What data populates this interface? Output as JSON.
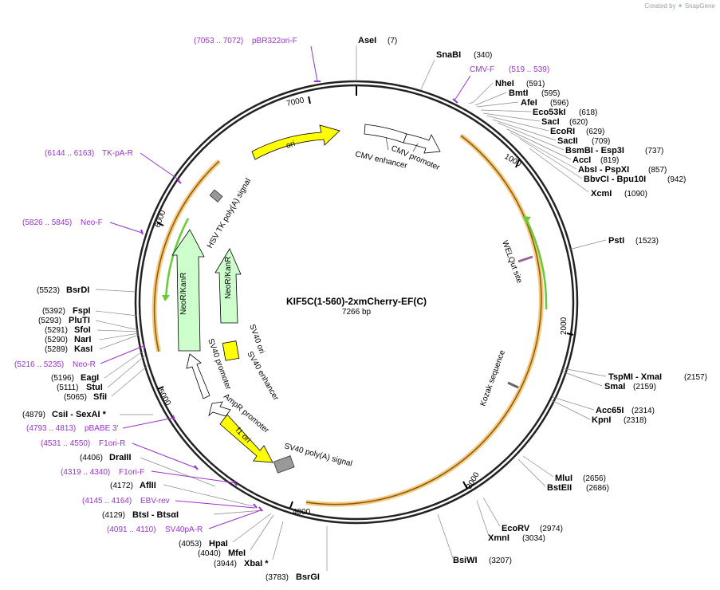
{
  "credit": {
    "prefix": "Created by",
    "brand": "SnapGene"
  },
  "plasmid": {
    "name": "KIF5C(1-560)-2xmCherry-EF(C)",
    "size_label": "7266 bp",
    "length": 7266
  },
  "ticks": [
    "1000",
    "2000",
    "3000",
    "4000",
    "5000",
    "6000",
    "7000"
  ],
  "features": [
    {
      "label": "ori",
      "type": "arrow",
      "color": "#ffff00",
      "text_inside": true
    },
    {
      "label": "CMV enhancer",
      "type": "arrow",
      "color": "#ffffff"
    },
    {
      "label": "CMV promoter",
      "type": "arrow",
      "color": "#ffffff"
    },
    {
      "label": "WELQut site",
      "type": "site",
      "color": "#cc99cc"
    },
    {
      "label": "Kozak sequence",
      "type": "site",
      "color": "#999999"
    },
    {
      "label": "HSV TK poly(A) signal",
      "type": "box",
      "color": "#999999"
    },
    {
      "label": "NeoR/KanR",
      "type": "arrow",
      "color": "#ccffcc"
    },
    {
      "label": "NeoR/KanR",
      "type": "arrow",
      "color": "#ccffcc"
    },
    {
      "label": "SV40 ori",
      "type": "box",
      "color": "#ffff00"
    },
    {
      "label": "SV40 enhancer",
      "type": "arrow",
      "color": "#ffffff"
    },
    {
      "label": "SV40 promoter",
      "type": "arrow",
      "color": "#ffffff"
    },
    {
      "label": "AmpR promoter",
      "type": "arrow",
      "color": "#ffffff"
    },
    {
      "label": "f1 ori",
      "type": "arrow",
      "color": "#ffff00"
    },
    {
      "label": "SV40 poly(A) signal",
      "type": "box",
      "color": "#999999"
    }
  ],
  "sites": [
    {
      "name": "AseI",
      "pos": "(7)"
    },
    {
      "name": "SnaBI",
      "pos": "(340)"
    },
    {
      "name": "NheI",
      "pos": "(591)"
    },
    {
      "name": "BmtI",
      "pos": "(595)"
    },
    {
      "name": "AfeI",
      "pos": "(596)"
    },
    {
      "name": "Eco53kI",
      "pos": "(618)"
    },
    {
      "name": "SacI",
      "pos": "(620)"
    },
    {
      "name": "EcoRI",
      "pos": "(629)"
    },
    {
      "name": "SacII",
      "pos": "(709)"
    },
    {
      "name": "BsmBI - Esp3I",
      "pos": "(737)"
    },
    {
      "name": "AccI",
      "pos": "(819)"
    },
    {
      "name": "AbsI - PspXI",
      "pos": "(857)"
    },
    {
      "name": "BbvCI - Bpu10I",
      "pos": "(942)"
    },
    {
      "name": "XcmI",
      "pos": "(1090)"
    },
    {
      "name": "PstI",
      "pos": "(1523)"
    },
    {
      "name": "TspMI - XmaI",
      "pos": "(2157)"
    },
    {
      "name": "SmaI",
      "pos": "(2159)"
    },
    {
      "name": "Acc65I",
      "pos": "(2314)"
    },
    {
      "name": "KpnI",
      "pos": "(2318)"
    },
    {
      "name": "MluI",
      "pos": "(2656)"
    },
    {
      "name": "BstEII",
      "pos": "(2686)"
    },
    {
      "name": "EcoRV",
      "pos": "(2974)"
    },
    {
      "name": "XmnI",
      "pos": "(3034)"
    },
    {
      "name": "BsiWI",
      "pos": "(3207)"
    },
    {
      "name": "BsrGI",
      "pos": "(3783)"
    },
    {
      "name": "XbaI *",
      "pos": "(3944)"
    },
    {
      "name": "MfeI",
      "pos": "(4040)"
    },
    {
      "name": "HpaI",
      "pos": "(4053)"
    },
    {
      "name": "BtsI - BtsαI",
      "pos": "(4129)"
    },
    {
      "name": "AflII",
      "pos": "(4172)"
    },
    {
      "name": "DraIII",
      "pos": "(4406)"
    },
    {
      "name": "CsiI - SexAI *",
      "pos": "(4879)"
    },
    {
      "name": "SfiI",
      "pos": "(5065)"
    },
    {
      "name": "StuI",
      "pos": "(5111)"
    },
    {
      "name": "EagI",
      "pos": "(5196)"
    },
    {
      "name": "KasI",
      "pos": "(5289)"
    },
    {
      "name": "NarI",
      "pos": "(5290)"
    },
    {
      "name": "SfoI",
      "pos": "(5291)"
    },
    {
      "name": "PluTI",
      "pos": "(5293)"
    },
    {
      "name": "FspI",
      "pos": "(5392)"
    },
    {
      "name": "BsrDI",
      "pos": "(5523)"
    }
  ],
  "primers": [
    {
      "name": "pBR322ori-F",
      "range": "(7053 .. 7072)"
    },
    {
      "name": "CMV-F",
      "range": "(519 .. 539)"
    },
    {
      "name": "TK-pA-R",
      "range": "(6144 .. 6163)"
    },
    {
      "name": "Neo-F",
      "range": "(5826 .. 5845)"
    },
    {
      "name": "Neo-R",
      "range": "(5216 .. 5235)"
    },
    {
      "name": "pBABE 3'",
      "range": "(4793 .. 4813)"
    },
    {
      "name": "F1ori-R",
      "range": "(4531 .. 4550)"
    },
    {
      "name": "F1ori-F",
      "range": "(4319 .. 4340)"
    },
    {
      "name": "EBV-rev",
      "range": "(4145 .. 4164)"
    },
    {
      "name": "SV40pA-R",
      "range": "(4091 .. 4110)"
    }
  ],
  "colors": {
    "primer": "#9933cc",
    "orf": "#f5c983",
    "orf_line": "#8a5a00",
    "green": "#66cc33"
  }
}
